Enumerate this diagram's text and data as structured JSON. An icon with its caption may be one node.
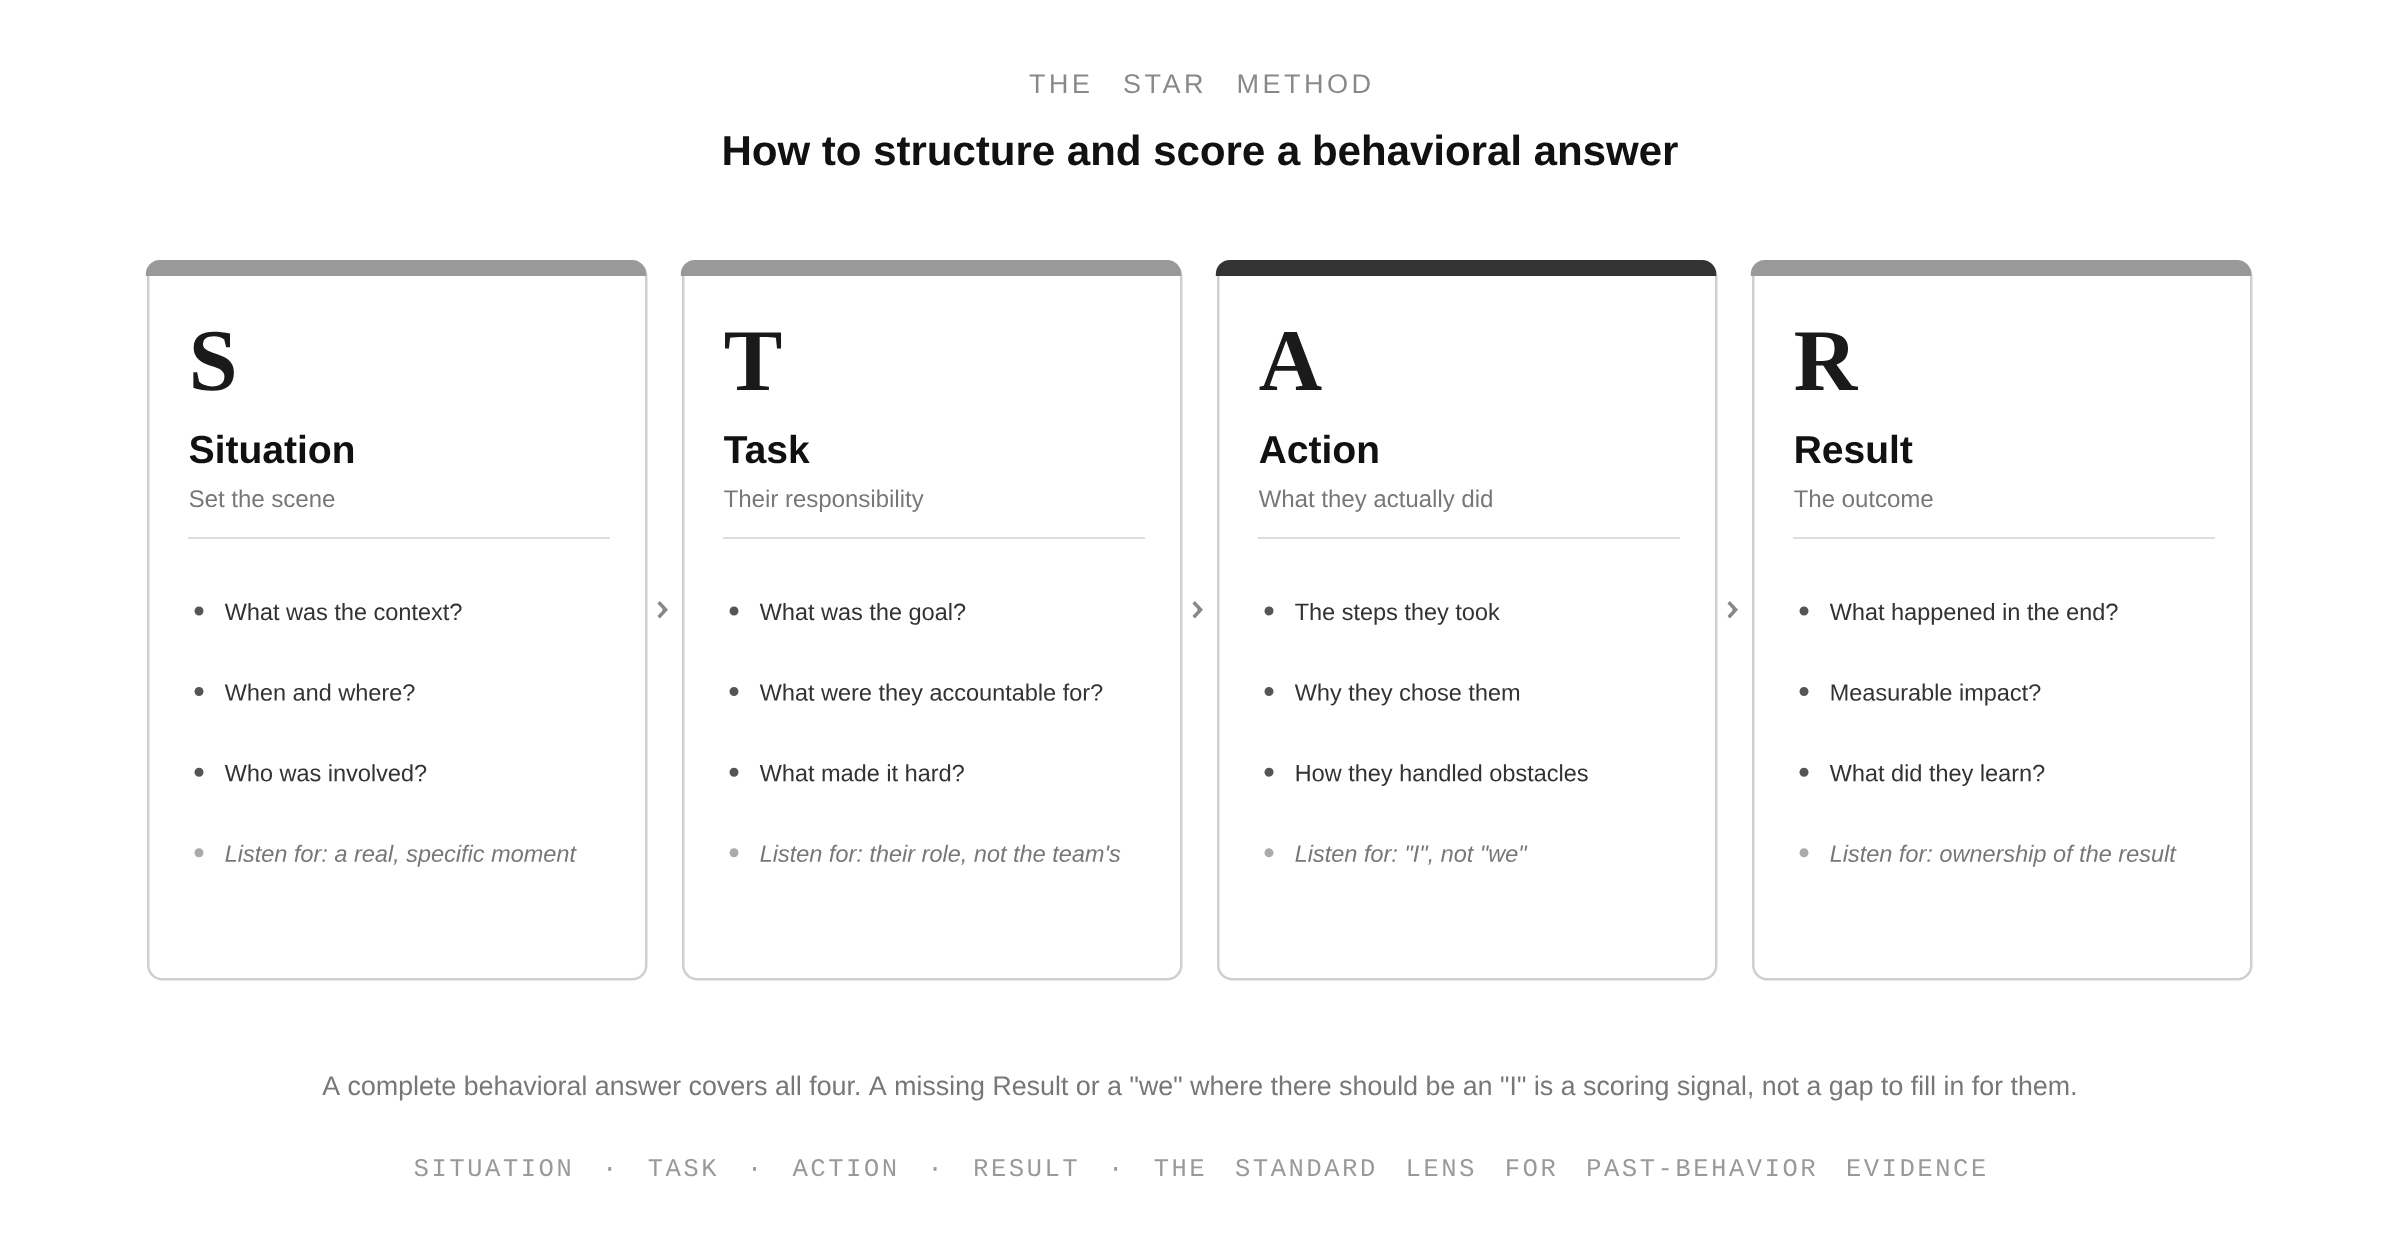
{
  "diagram": {
    "title": "How to structure and score a behavioral answer",
    "caption": "A complete behavioral answer covers all four. A missing Result or a \"we\" where there should be an \"I\" is a scoring signal, not a gap to fill in for them.",
    "nodes": [
      {
        "text": [
          "S",
          "Situation",
          "Set the scene",
          "What was the context?",
          "When and where?",
          "Who was involved?",
          "Listen for: a real, specific moment"
        ]
      },
      {
        "text": [
          "T",
          "Task",
          "Their responsibility",
          "What was the goal?",
          "What were they accountable for?",
          "What made it hard?",
          "Listen for: their role, not the team's"
        ]
      },
      {
        "text": [
          "A",
          "Action",
          "What they actually did",
          "The steps they took",
          "Why they chose them",
          "How they handled obstacles",
          "Listen for: \"I\", not \"we\""
        ]
      },
      {
        "text": [
          "R",
          "Result",
          "The outcome",
          "What happened in the end?",
          "Measurable impact?",
          "What did they learn?",
          "Listen for: ownership of the result"
        ]
      }
    ],
    "edges": [
      {
        "from": 0,
        "to": 1,
        "arrow": "to"
      },
      {
        "from": 1,
        "to": 2,
        "arrow": "to"
      },
      {
        "from": 2,
        "to": 3,
        "arrow": "to"
      }
    ],
    "labels": [
      "THE STAR METHOD",
      "SITUATION · TASK · ACTION · RESULT · THE STANDARD LENS FOR PAST-BEHAVIOR EVIDENCE"
    ]
  }
}
